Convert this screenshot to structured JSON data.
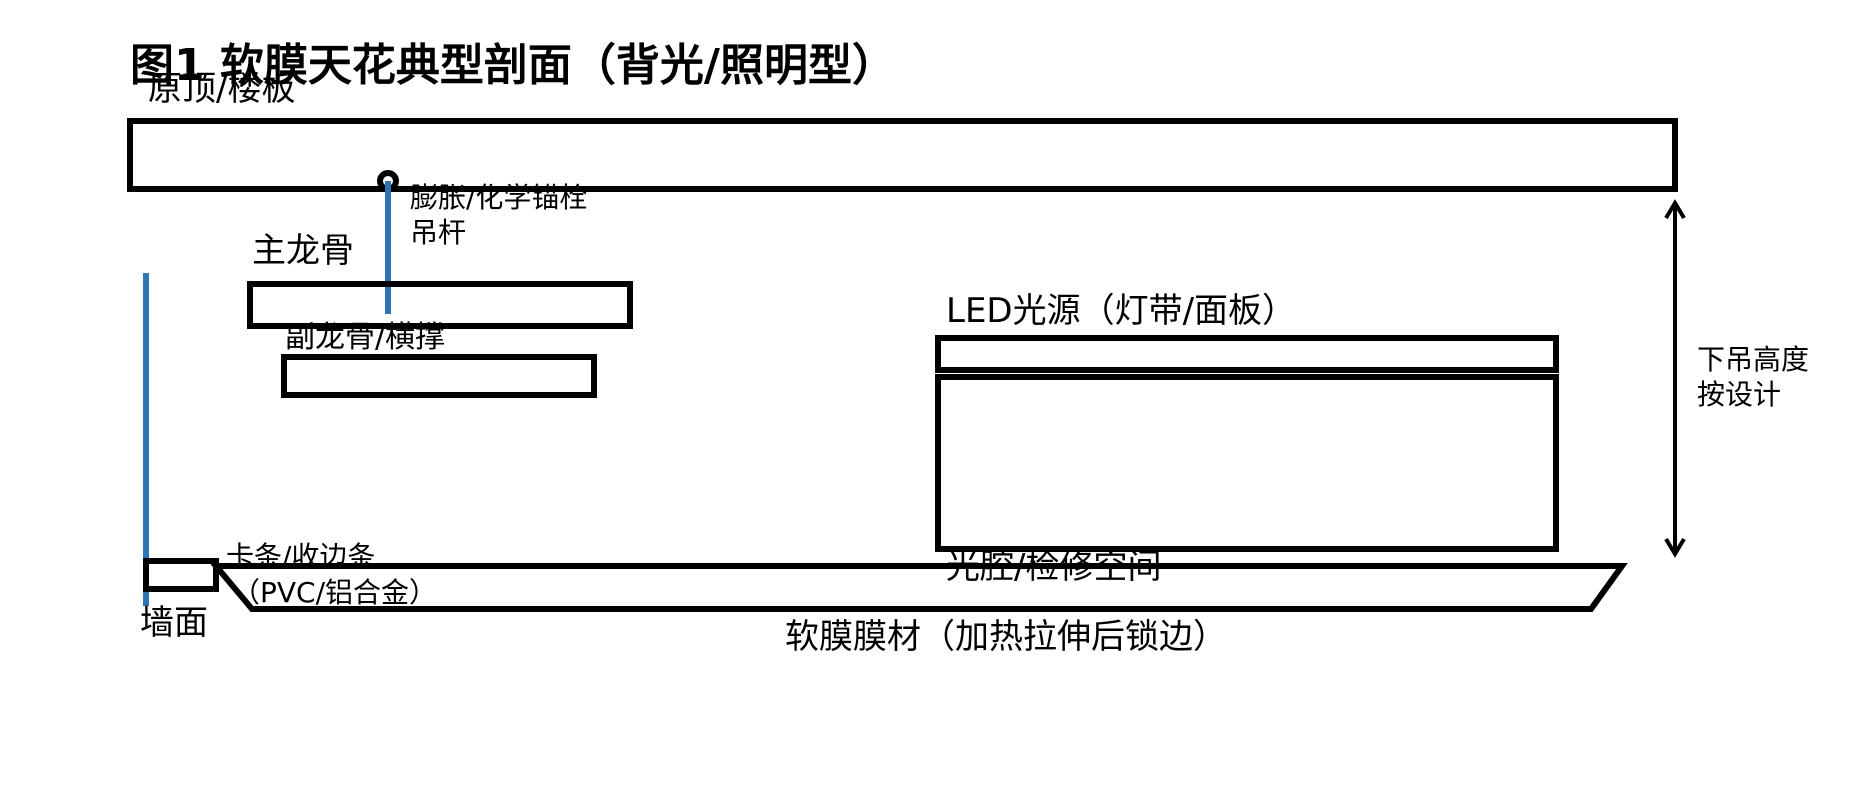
{
  "title": "图1 软膜天花典型剖面（背光/照明型）",
  "labels": {
    "slab": "原顶/楼板",
    "anchor": "膨胀/化学锚栓",
    "rod": "吊杆",
    "main_keel": "主龙骨",
    "sub_keel": "副龙骨/横撑",
    "led": "LED光源（灯带/面板）",
    "drop_line1": "下吊高度",
    "drop_line2": "按设计",
    "clip_line1": "卡条/收边条",
    "clip_line2": "（PVC/铝合金）",
    "cavity": "光腔/检修空间",
    "wall": "墙面",
    "membrane": "软膜膜材（加热拉伸后锁边）"
  },
  "colors": {
    "outline": "#000000",
    "hanger": "#2e75b6",
    "background": "#ffffff"
  }
}
